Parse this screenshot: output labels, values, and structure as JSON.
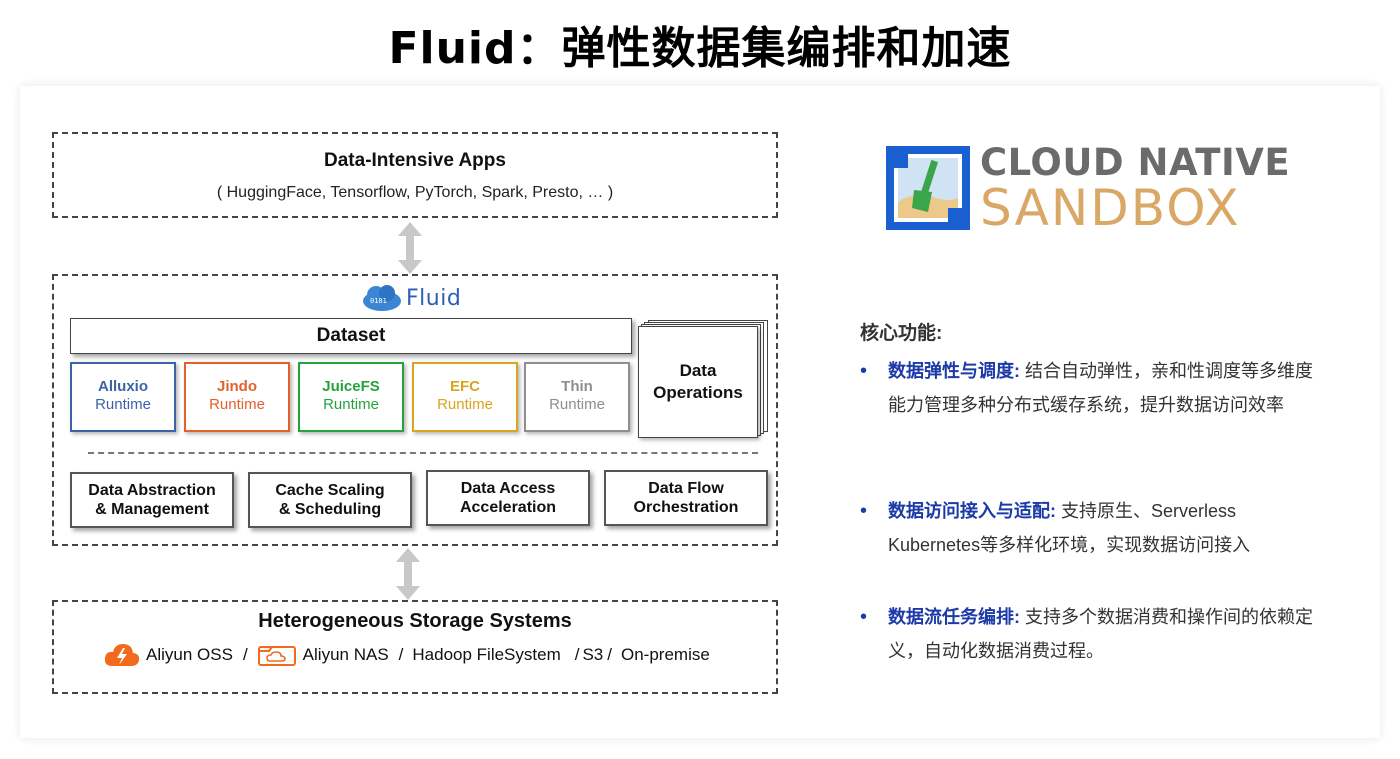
{
  "title": "Fluid：弹性数据集编排和加速",
  "apps": {
    "title": "Data-Intensive Apps",
    "subtitle": "( HuggingFace, Tensorflow, PyTorch, Spark, Presto, … )"
  },
  "fluid": {
    "logo_text": "Fluid",
    "dataset_label": "Dataset",
    "runtimes": [
      {
        "name": "Alluxio",
        "label": "Runtime",
        "color": "#3d62a8"
      },
      {
        "name": "Jindo",
        "label": "Runtime",
        "color": "#e2612c"
      },
      {
        "name": "JuiceFS",
        "label": "Runtime",
        "color": "#26a23d"
      },
      {
        "name": "EFC",
        "label": "Runtime",
        "color": "#d9a51e"
      },
      {
        "name": "Thin",
        "label": "Runtime",
        "color": "#8e8e8e"
      }
    ],
    "operations": {
      "line1": "Data",
      "line2": "Operations"
    },
    "features": [
      {
        "line1": "Data Abstraction",
        "line2": "& Management"
      },
      {
        "line1": "Cache Scaling",
        "line2": "& Scheduling"
      },
      {
        "line1": "Data Access",
        "line2": "Acceleration"
      },
      {
        "line1": "Data Flow",
        "line2": "Orchestration"
      }
    ]
  },
  "storage": {
    "title": "Heterogeneous Storage Systems",
    "items": [
      "Aliyun OSS",
      "Aliyun NAS",
      "Hadoop FileSystem",
      "S3",
      "On-premise"
    ],
    "separator": "/"
  },
  "logo": {
    "line1": "CLOUD NATIVE",
    "line2": "SANDBOX"
  },
  "features_panel": {
    "heading": "核心功能:",
    "bullets": [
      {
        "head": "数据弹性与调度:",
        "text": " 结合自动弹性，亲和性调度等多维度能力管理多种分布式缓存系统，提升数据访问效率"
      },
      {
        "head": "数据访问接入与适配:",
        "text": " 支持原生、Serverless Kubernetes等多样化环境，实现数据访问接入"
      },
      {
        "head": "数据流任务编排:",
        "text": " 支持多个数据消费和操作间的依赖定义，自动化数据消费过程。"
      }
    ]
  }
}
